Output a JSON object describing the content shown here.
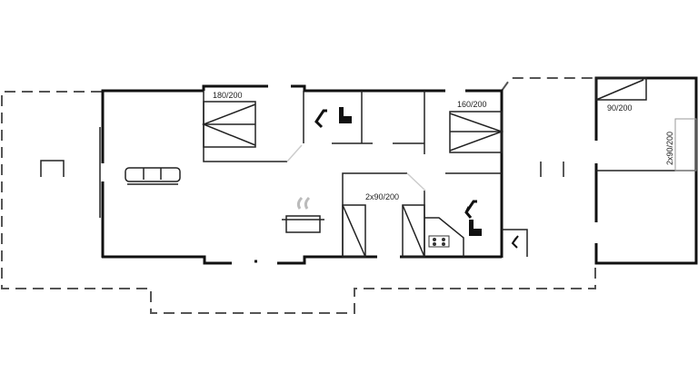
{
  "floorplan": {
    "bed_labels": {
      "bedroom_1": "180/200",
      "bedroom_2": "160/200",
      "bedroom_3": "2x90/200",
      "annex_bed_1": "90/200",
      "annex_bed_2": "2x90/200"
    },
    "colors": {
      "wall": "#111111",
      "terrace_dashed": "#555555"
    }
  }
}
